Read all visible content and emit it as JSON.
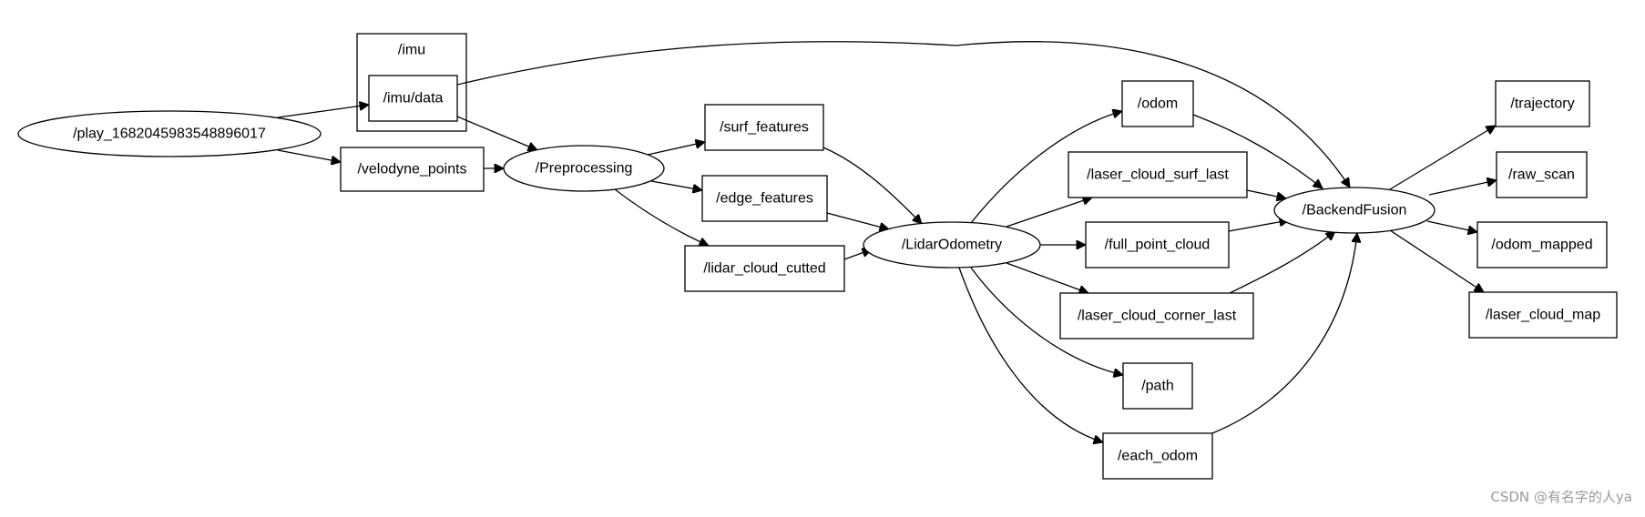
{
  "graph": {
    "clusters": [
      {
        "id": "cluster_imu",
        "label": "/imu"
      }
    ],
    "nodes": [
      {
        "id": "play",
        "label": "/play_1682045983548896017",
        "shape": "ellipse"
      },
      {
        "id": "imu_data",
        "label": "/imu/data",
        "shape": "box"
      },
      {
        "id": "velodyne_points",
        "label": "/velodyne_points",
        "shape": "box"
      },
      {
        "id": "preprocessing",
        "label": "/Preprocessing",
        "shape": "ellipse"
      },
      {
        "id": "surf_features",
        "label": "/surf_features",
        "shape": "box"
      },
      {
        "id": "edge_features",
        "label": "/edge_features",
        "shape": "box"
      },
      {
        "id": "lidar_cloud_cutted",
        "label": "/lidar_cloud_cutted",
        "shape": "box"
      },
      {
        "id": "lidar_odometry",
        "label": "/LidarOdometry",
        "shape": "ellipse"
      },
      {
        "id": "odom",
        "label": "/odom",
        "shape": "box"
      },
      {
        "id": "laser_cloud_surf_last",
        "label": "/laser_cloud_surf_last",
        "shape": "box"
      },
      {
        "id": "full_point_cloud",
        "label": "/full_point_cloud",
        "shape": "box"
      },
      {
        "id": "laser_cloud_corner_last",
        "label": "/laser_cloud_corner_last",
        "shape": "box"
      },
      {
        "id": "path",
        "label": "/path",
        "shape": "box"
      },
      {
        "id": "each_odom",
        "label": "/each_odom",
        "shape": "box"
      },
      {
        "id": "backend_fusion",
        "label": "/BackendFusion",
        "shape": "ellipse"
      },
      {
        "id": "trajectory",
        "label": "/trajectory",
        "shape": "box"
      },
      {
        "id": "raw_scan",
        "label": "/raw_scan",
        "shape": "box"
      },
      {
        "id": "odom_mapped",
        "label": "/odom_mapped",
        "shape": "box"
      },
      {
        "id": "laser_cloud_map",
        "label": "/laser_cloud_map",
        "shape": "box"
      }
    ],
    "edges": [
      {
        "from": "play",
        "to": "imu_data"
      },
      {
        "from": "play",
        "to": "velodyne_points"
      },
      {
        "from": "imu_data",
        "to": "preprocessing"
      },
      {
        "from": "imu_data",
        "to": "backend_fusion"
      },
      {
        "from": "velodyne_points",
        "to": "preprocessing"
      },
      {
        "from": "preprocessing",
        "to": "surf_features"
      },
      {
        "from": "preprocessing",
        "to": "edge_features"
      },
      {
        "from": "preprocessing",
        "to": "lidar_cloud_cutted"
      },
      {
        "from": "surf_features",
        "to": "lidar_odometry"
      },
      {
        "from": "edge_features",
        "to": "lidar_odometry"
      },
      {
        "from": "lidar_cloud_cutted",
        "to": "lidar_odometry"
      },
      {
        "from": "lidar_odometry",
        "to": "odom"
      },
      {
        "from": "lidar_odometry",
        "to": "laser_cloud_surf_last"
      },
      {
        "from": "lidar_odometry",
        "to": "full_point_cloud"
      },
      {
        "from": "lidar_odometry",
        "to": "laser_cloud_corner_last"
      },
      {
        "from": "lidar_odometry",
        "to": "path"
      },
      {
        "from": "lidar_odometry",
        "to": "each_odom"
      },
      {
        "from": "odom",
        "to": "backend_fusion"
      },
      {
        "from": "laser_cloud_surf_last",
        "to": "backend_fusion"
      },
      {
        "from": "full_point_cloud",
        "to": "backend_fusion"
      },
      {
        "from": "laser_cloud_corner_last",
        "to": "backend_fusion"
      },
      {
        "from": "each_odom",
        "to": "backend_fusion"
      },
      {
        "from": "backend_fusion",
        "to": "trajectory"
      },
      {
        "from": "backend_fusion",
        "to": "raw_scan"
      },
      {
        "from": "backend_fusion",
        "to": "odom_mapped"
      },
      {
        "from": "backend_fusion",
        "to": "laser_cloud_map"
      }
    ]
  },
  "watermark": "CSDN @有名字的人ya"
}
